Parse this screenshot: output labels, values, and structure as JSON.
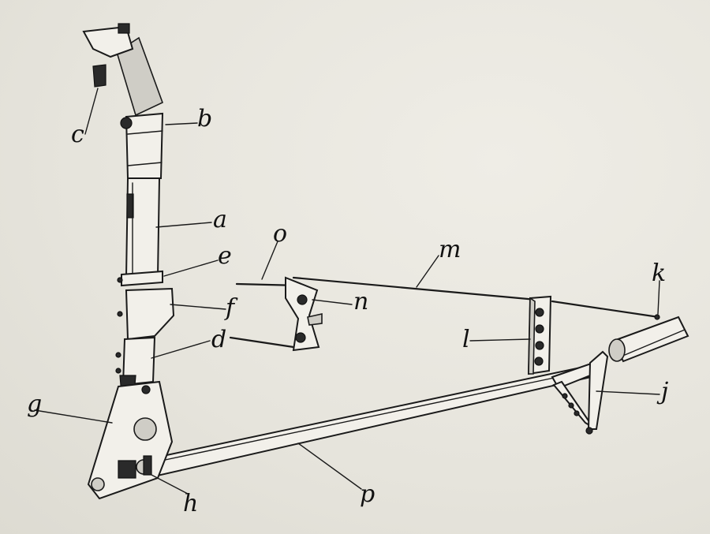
{
  "labels": {
    "a": "a",
    "b": "b",
    "c": "c",
    "d": "d",
    "e": "e",
    "f": "f",
    "g": "g",
    "h": "h",
    "j": "j",
    "k": "k",
    "l": "l",
    "m": "m",
    "n": "n",
    "o": "o",
    "p": "p"
  }
}
